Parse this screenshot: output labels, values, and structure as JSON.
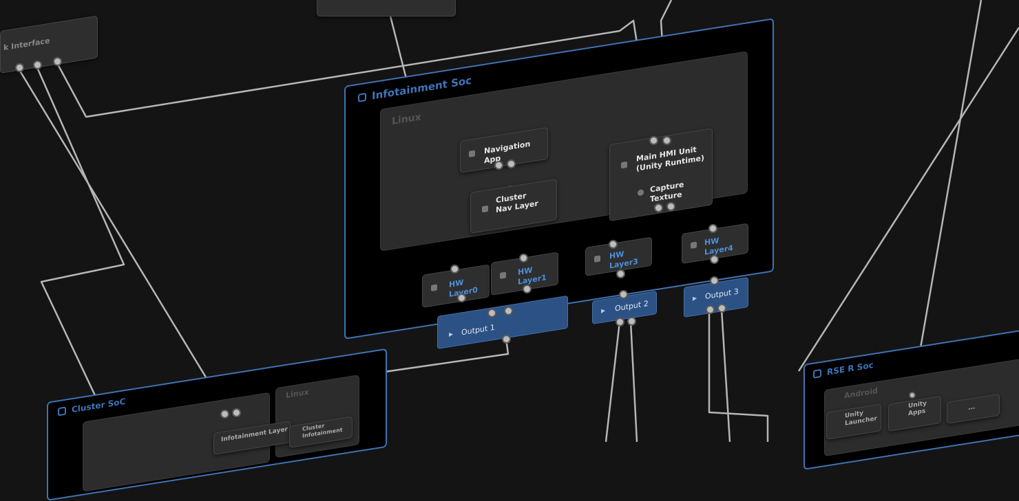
{
  "colors": {
    "background": "#141414",
    "frame_border": "#3f74b6",
    "output_fill": "#2c5184",
    "wire": "#c8c8c8",
    "hw_label": "#4d8fdc"
  },
  "top_left_node": {
    "label": "k Interface"
  },
  "infotainment": {
    "title": "Infotainment Soc",
    "os_panel": "Linux",
    "nodes": {
      "navigation_app": "Navigation App",
      "cluster_nav_layer": "Cluster Nav Layer",
      "main_hmi": "Main HMI Unit (Unity Runtime)",
      "capture_texture": "Capture Texture"
    },
    "hw_layers": [
      "HW Layer0",
      "HW Layer1",
      "HW Layer3",
      "HW Layer4"
    ],
    "outputs": [
      "Output 1",
      "Output 2",
      "Output 3"
    ]
  },
  "cluster": {
    "title": "Cluster SoC",
    "os_panel": "Linux",
    "nodes": [
      "Infotainment Layer",
      "Cluster Infotainment"
    ]
  },
  "rse": {
    "title": "RSE R Soc",
    "os_panel": "Android",
    "nodes": [
      "Unity Launcher",
      "Unity Apps",
      "..."
    ]
  }
}
